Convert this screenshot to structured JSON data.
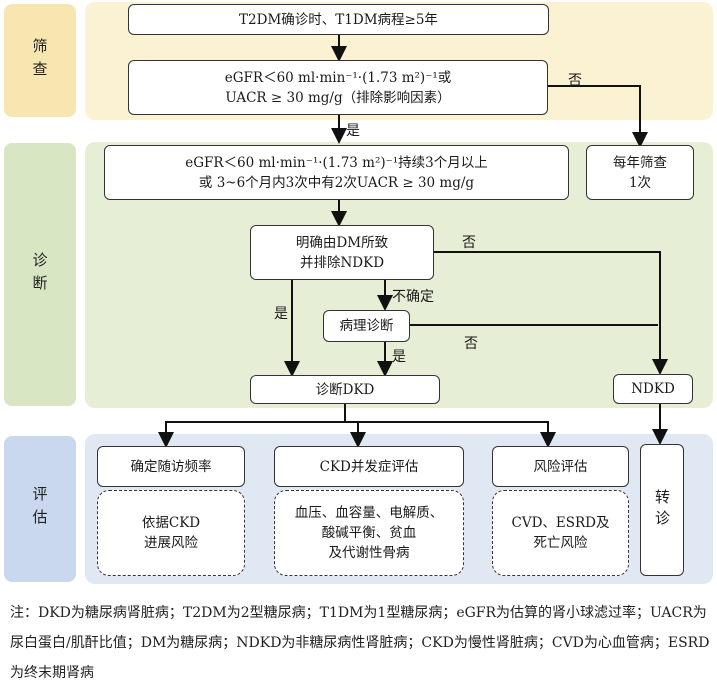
{
  "colors": {
    "screening": "#fbf1d3",
    "diagnosis": "#e6efd6",
    "assessment": "#e0e8f4",
    "screening_tab": "#f8e6b0",
    "diagnosis_tab": "#d8e6c4",
    "assessment_tab": "#c9d8ee"
  },
  "sections": {
    "screening": "筛查",
    "diagnosis": "诊断",
    "assessment": "评估"
  },
  "boxes": {
    "start": "T2DM确诊时、T1DM病程≥5年",
    "egfr_line1": "eGFR＜60 ml·min⁻¹·(1.73 m²)⁻¹或",
    "egfr_line2": "UACR ≥ 30 mg/g（排除影响因素）",
    "persist_line1": "eGFR＜60 ml·min⁻¹·(1.73 m²)⁻¹持续3个月以上",
    "persist_line2": "或 3~6个月内3次中有2次UACR ≥ 30 mg/g",
    "annual_line1": "每年筛查",
    "annual_line2": "1次",
    "dm_line1": "明确由DM所致",
    "dm_line2": "并排除NDKD",
    "pathology": "病理诊断",
    "dkd": "诊断DKD",
    "ndkd": "NDKD",
    "followup": "确定随访频率",
    "followup_detail_line1": "依据CKD",
    "followup_detail_line2": "进展风险",
    "ckd_comp": "CKD并发症评估",
    "ckd_detail_line1": "血压、血容量、电解质、",
    "ckd_detail_line2": "酸碱平衡、贫血",
    "ckd_detail_line3": "及代谢性骨病",
    "risk": "风险评估",
    "risk_detail_line1": "CVD、ESRD及",
    "risk_detail_line2": "死亡风险",
    "referral": "转诊"
  },
  "labels": {
    "yes": "是",
    "no": "否",
    "uncertain": "不确定"
  },
  "note_text": "注：DKD为糖尿病肾脏病；T2DM为2型糖尿病；T1DM为1型糖尿病；eGFR为估算的肾小球滤过率；UACR为尿白蛋白/肌酐比值；DM为糖尿病；NDKD为非糖尿病性肾脏病；CKD为慢性肾脏病；CVD为心血管病；ESRD为终末期肾病"
}
